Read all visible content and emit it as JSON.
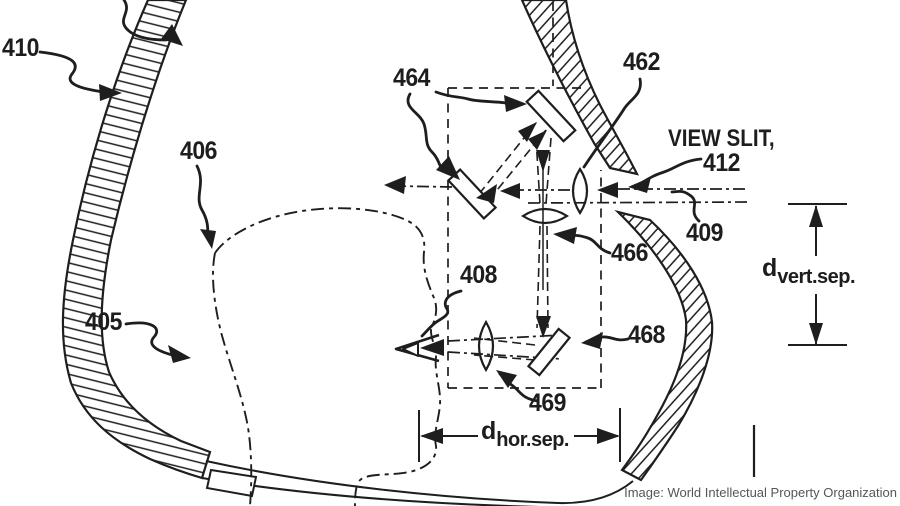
{
  "figure": {
    "labels": {
      "n410": "410",
      "n406": "406",
      "n405": "405",
      "n464": "464",
      "n462": "462",
      "view_slit_line1": "VIEW SLIT,",
      "view_slit_line2": "412",
      "n409": "409",
      "n466": "466",
      "n408": "408",
      "n468": "468",
      "n469": "469"
    },
    "dimensions": {
      "vertical": {
        "symbol": "d",
        "subscript": "vert.sep."
      },
      "horizontal": {
        "symbol": "d",
        "subscript": "hor.sep."
      }
    },
    "credit": "Image: World Intellectual Property Organization",
    "colors": {
      "ink": "#1d1d1d",
      "background": "#ffffff",
      "credit_text": "#55565a"
    }
  }
}
